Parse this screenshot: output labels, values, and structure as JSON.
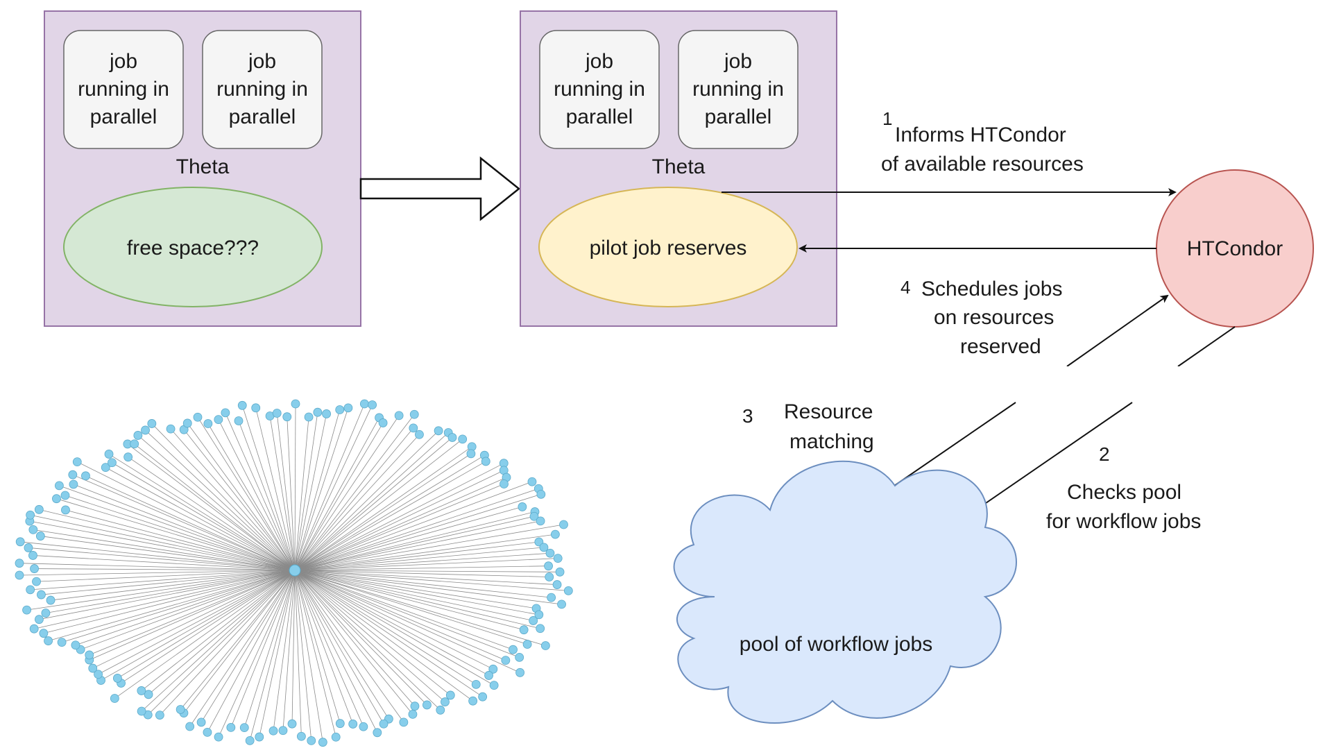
{
  "panels": {
    "left": {
      "job1": [
        "job",
        "running in",
        "parallel"
      ],
      "job2": [
        "job",
        "running in",
        "parallel"
      ],
      "title": "Theta",
      "ellipse_label": "free space???"
    },
    "right": {
      "job1": [
        "job",
        "running in",
        "parallel"
      ],
      "job2": [
        "job",
        "running in",
        "parallel"
      ],
      "title": "Theta",
      "ellipse_label": "pilot job reserves"
    }
  },
  "htcondor": {
    "label": "HTCondor"
  },
  "pool": {
    "label": "pool of workflow jobs"
  },
  "steps": {
    "s1": {
      "num": "1",
      "lines": [
        "Informs HTCondor",
        "of available resources"
      ]
    },
    "s2": {
      "num": "2",
      "lines": [
        "Checks pool",
        "for workflow jobs"
      ]
    },
    "s3": {
      "num": "3",
      "lines": [
        "Resource",
        "matching"
      ]
    },
    "s4": {
      "num": "4",
      "lines": [
        "Schedules jobs",
        "on resources",
        "reserved"
      ]
    }
  },
  "colors": {
    "panel_fill": "#e1d5e7",
    "panel_stroke": "#9673a6",
    "job_fill": "#f5f5f5",
    "job_stroke": "#666666",
    "free_fill": "#d5e8d4",
    "free_stroke": "#82b366",
    "pilot_fill": "#fff2cc",
    "pilot_stroke": "#d6b656",
    "condor_fill": "#f8cecc",
    "condor_stroke": "#b85450",
    "pool_fill": "#dae8fc",
    "pool_stroke": "#6c8ebf",
    "node_fill": "#87ceeb"
  },
  "network": {
    "leaf_count": 160
  }
}
